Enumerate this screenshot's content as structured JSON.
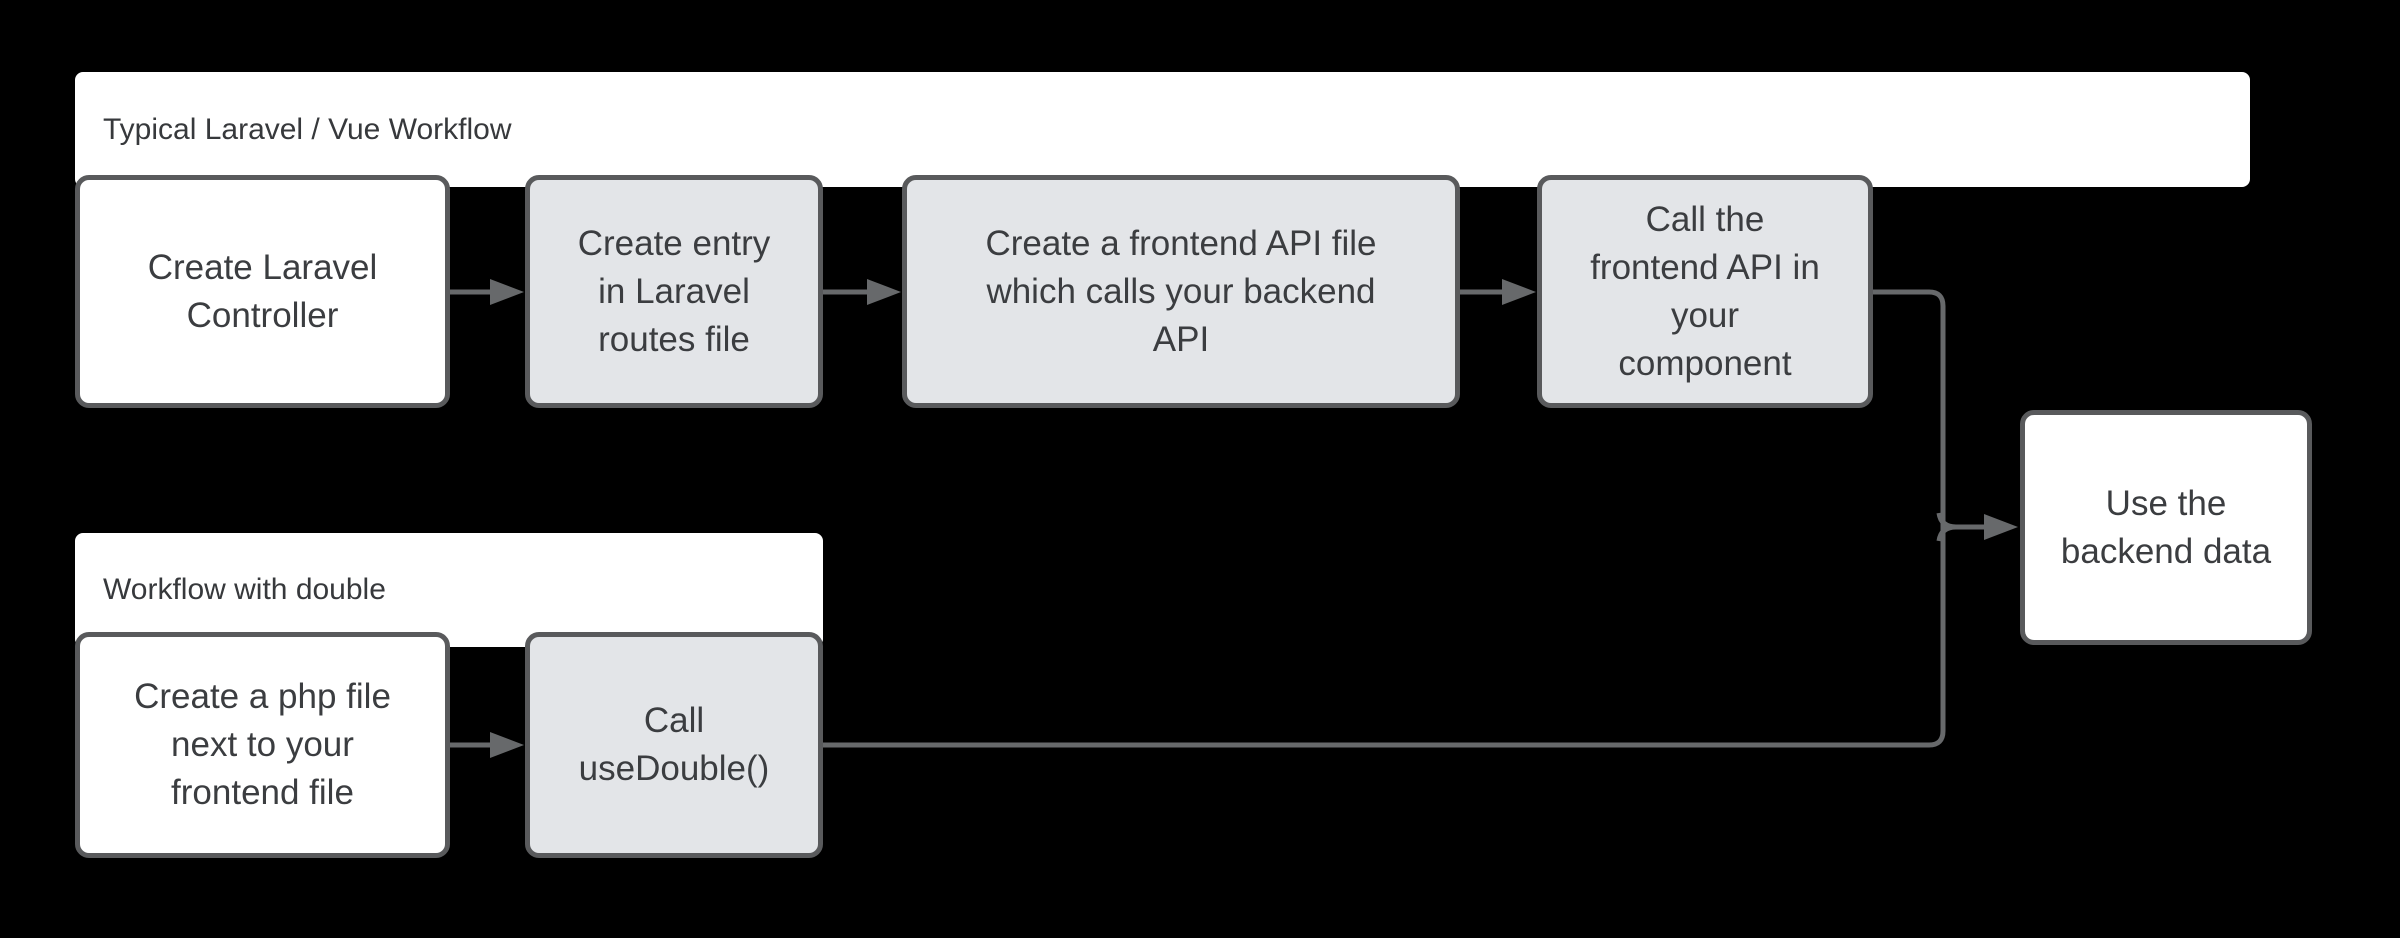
{
  "diagram": {
    "banners": {
      "laravel_vue": {
        "title": "Typical Laravel / Vue Workflow"
      },
      "double": {
        "title": "Workflow with double"
      }
    },
    "nodes": {
      "create_laravel_controller": {
        "text": "Create Laravel\nController"
      },
      "create_entry_routes": {
        "text": "Create entry\nin Laravel\nroutes file"
      },
      "create_frontend_api_file": {
        "text": "Create a frontend API file\nwhich calls your backend\nAPI"
      },
      "call_frontend_api": {
        "text": "Call the\nfrontend API in\nyour\ncomponent"
      },
      "use_backend_data": {
        "text": "Use the\nbackend data"
      },
      "create_php_file": {
        "text": "Create a php file\nnext to your\nfrontend file"
      },
      "call_usedouble": {
        "text": "Call\nuseDouble()"
      }
    },
    "colors": {
      "background": "#000000",
      "node_fill_light": "#ffffff",
      "node_fill_gray": "#e3e5e8",
      "node_border": "#595a5c",
      "connector": "#67696b",
      "node_text": "#3b3d40",
      "banner_fill": "#ffffff",
      "banner_text": "#37393c"
    }
  }
}
